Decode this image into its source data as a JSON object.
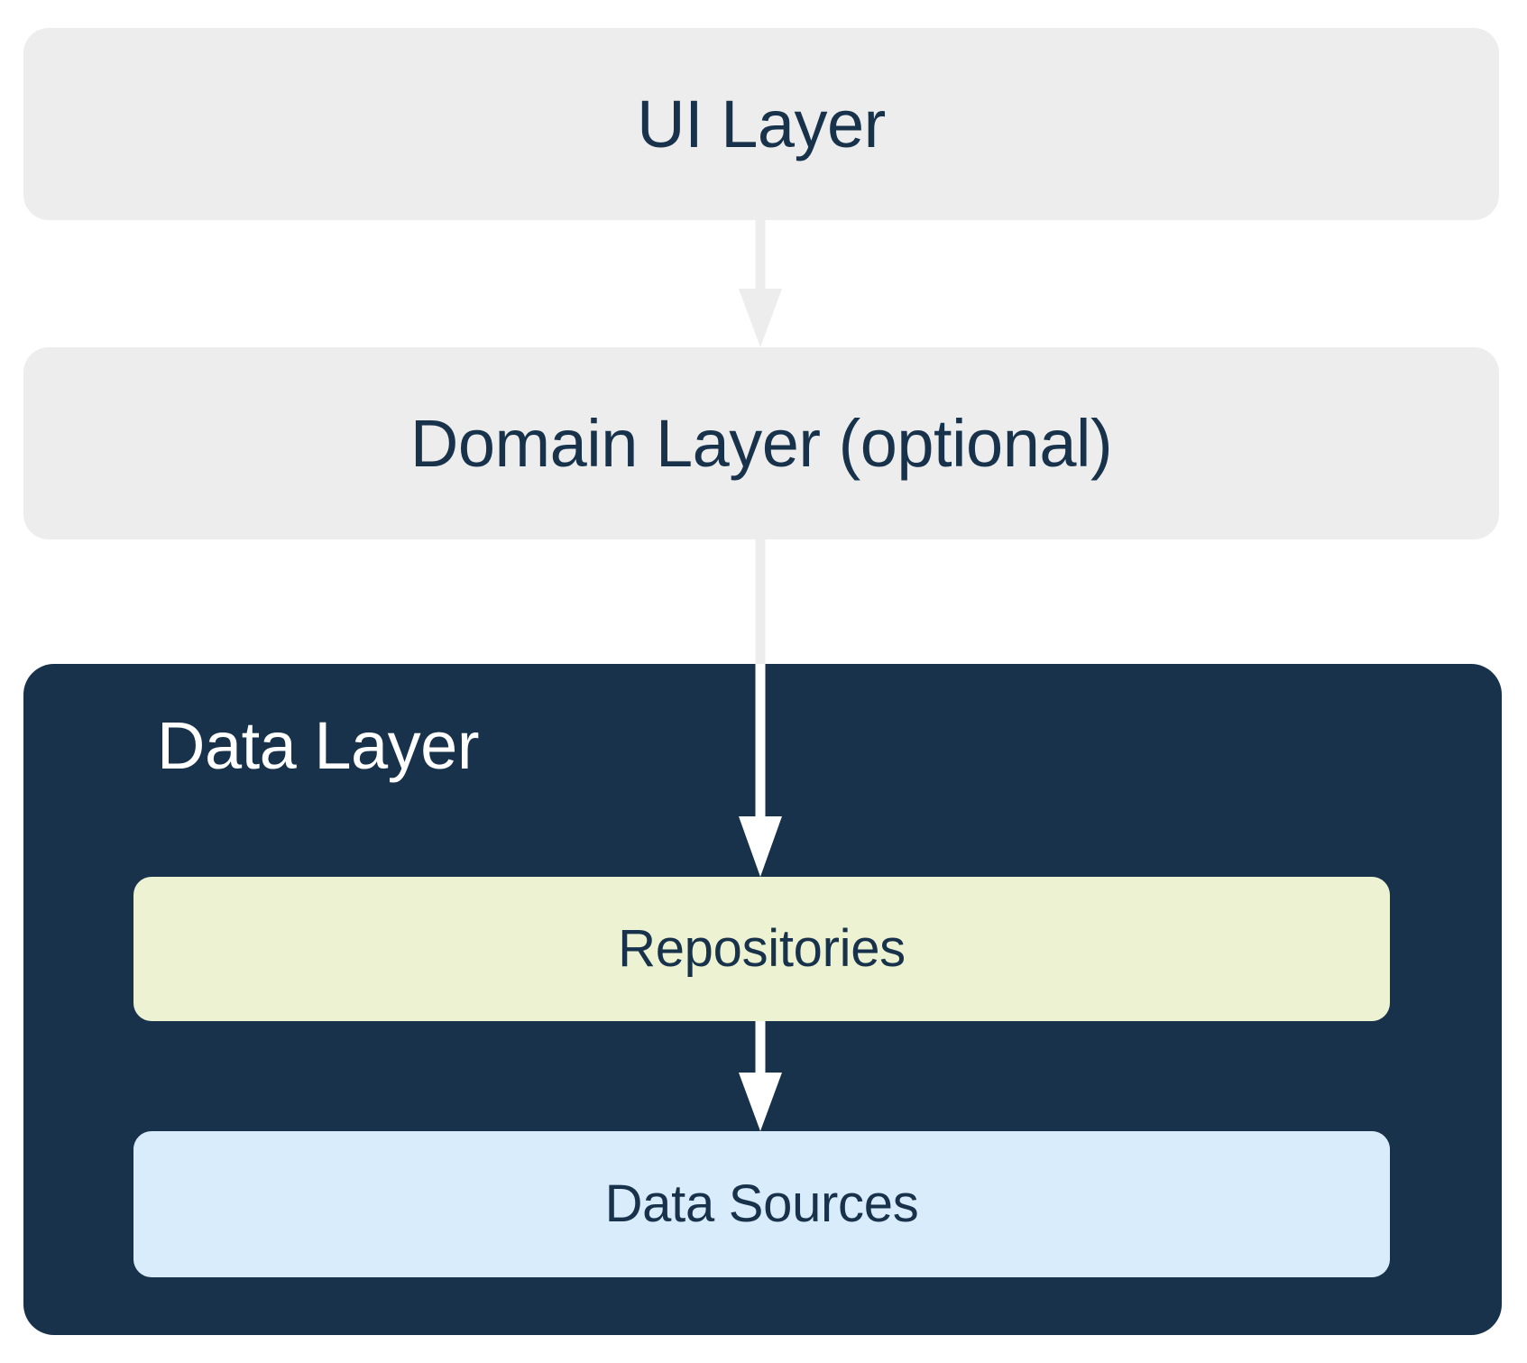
{
  "diagram": {
    "title": "Android app architecture layers",
    "type": "layered-architecture-flow",
    "background_color": "#ffffff",
    "layers": [
      {
        "id": "ui-layer",
        "label": "UI Layer",
        "fill_color": "#ededed",
        "text_color": "#17324a",
        "align": "center"
      },
      {
        "id": "domain-layer",
        "label": "Domain Layer (optional)",
        "fill_color": "#ededed",
        "text_color": "#17324a",
        "align": "center"
      },
      {
        "id": "data-layer",
        "label": "Data Layer",
        "fill_color": "#17324a",
        "text_color": "#ffffff",
        "align": "left",
        "children": [
          {
            "id": "repositories",
            "label": "Repositories",
            "fill_color": "#edf3d2",
            "text_color": "#17324a"
          },
          {
            "id": "data-sources",
            "label": "Data Sources",
            "fill_color": "#d9ecfb",
            "text_color": "#17324a"
          }
        ]
      }
    ],
    "arrows": [
      {
        "id": "ui-to-domain",
        "from": "ui-layer",
        "to": "domain-layer",
        "color": "#ededed",
        "direction": "down"
      },
      {
        "id": "domain-to-repositories",
        "from": "domain-layer",
        "to": "repositories",
        "color_outside": "#ededed",
        "color_inside": "#ffffff",
        "direction": "down"
      },
      {
        "id": "repositories-to-data-sources",
        "from": "repositories",
        "to": "data-sources",
        "color": "#ffffff",
        "direction": "down"
      }
    ]
  }
}
